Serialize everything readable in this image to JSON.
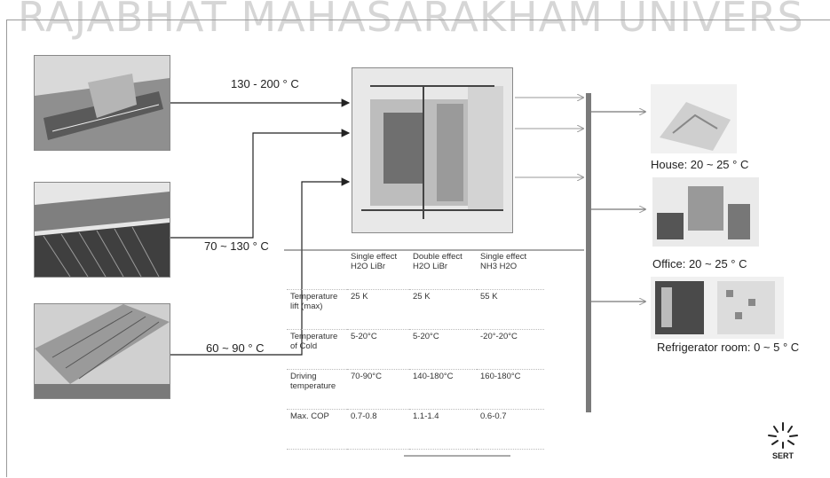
{
  "watermark": "RAJABHAT MAHASARAKHAM UNIVERS",
  "inputs": [
    {
      "label": "130 - 200 ° C"
    },
    {
      "label": "70 ~ 130 ° C"
    },
    {
      "label": "60 ~ 90 ° C"
    }
  ],
  "outputs": [
    {
      "label": "House: 20 ~ 25 ° C"
    },
    {
      "label": "Office: 20 ~ 25 ° C"
    },
    {
      "label": "Refrigerator room: 0 ~ 5 ° C"
    }
  ],
  "table": {
    "headers": [
      {
        "l1": "",
        "l2": ""
      },
      {
        "l1": "Single effect",
        "l2": "H2O LiBr"
      },
      {
        "l1": "Double effect",
        "l2": "H2O LiBr"
      },
      {
        "l1": "Single effect",
        "l2": "NH3 H2O"
      }
    ],
    "rows": [
      {
        "label": "Temperature lift (max)",
        "values": [
          "25 K",
          "25 K",
          "55 K"
        ]
      },
      {
        "label": "Temperature of Cold",
        "values": [
          "5-20°C",
          "5-20°C",
          "-20°-20°C"
        ]
      },
      {
        "label": "Driving temperature",
        "values": [
          "70-90°C",
          "140-180°C",
          "160-180°C"
        ]
      },
      {
        "label": "Max. COP",
        "values": [
          "0.7-0.8",
          "1.1-1.4",
          "0.6-0.7"
        ]
      }
    ]
  },
  "logo": {
    "text": "SERT"
  }
}
